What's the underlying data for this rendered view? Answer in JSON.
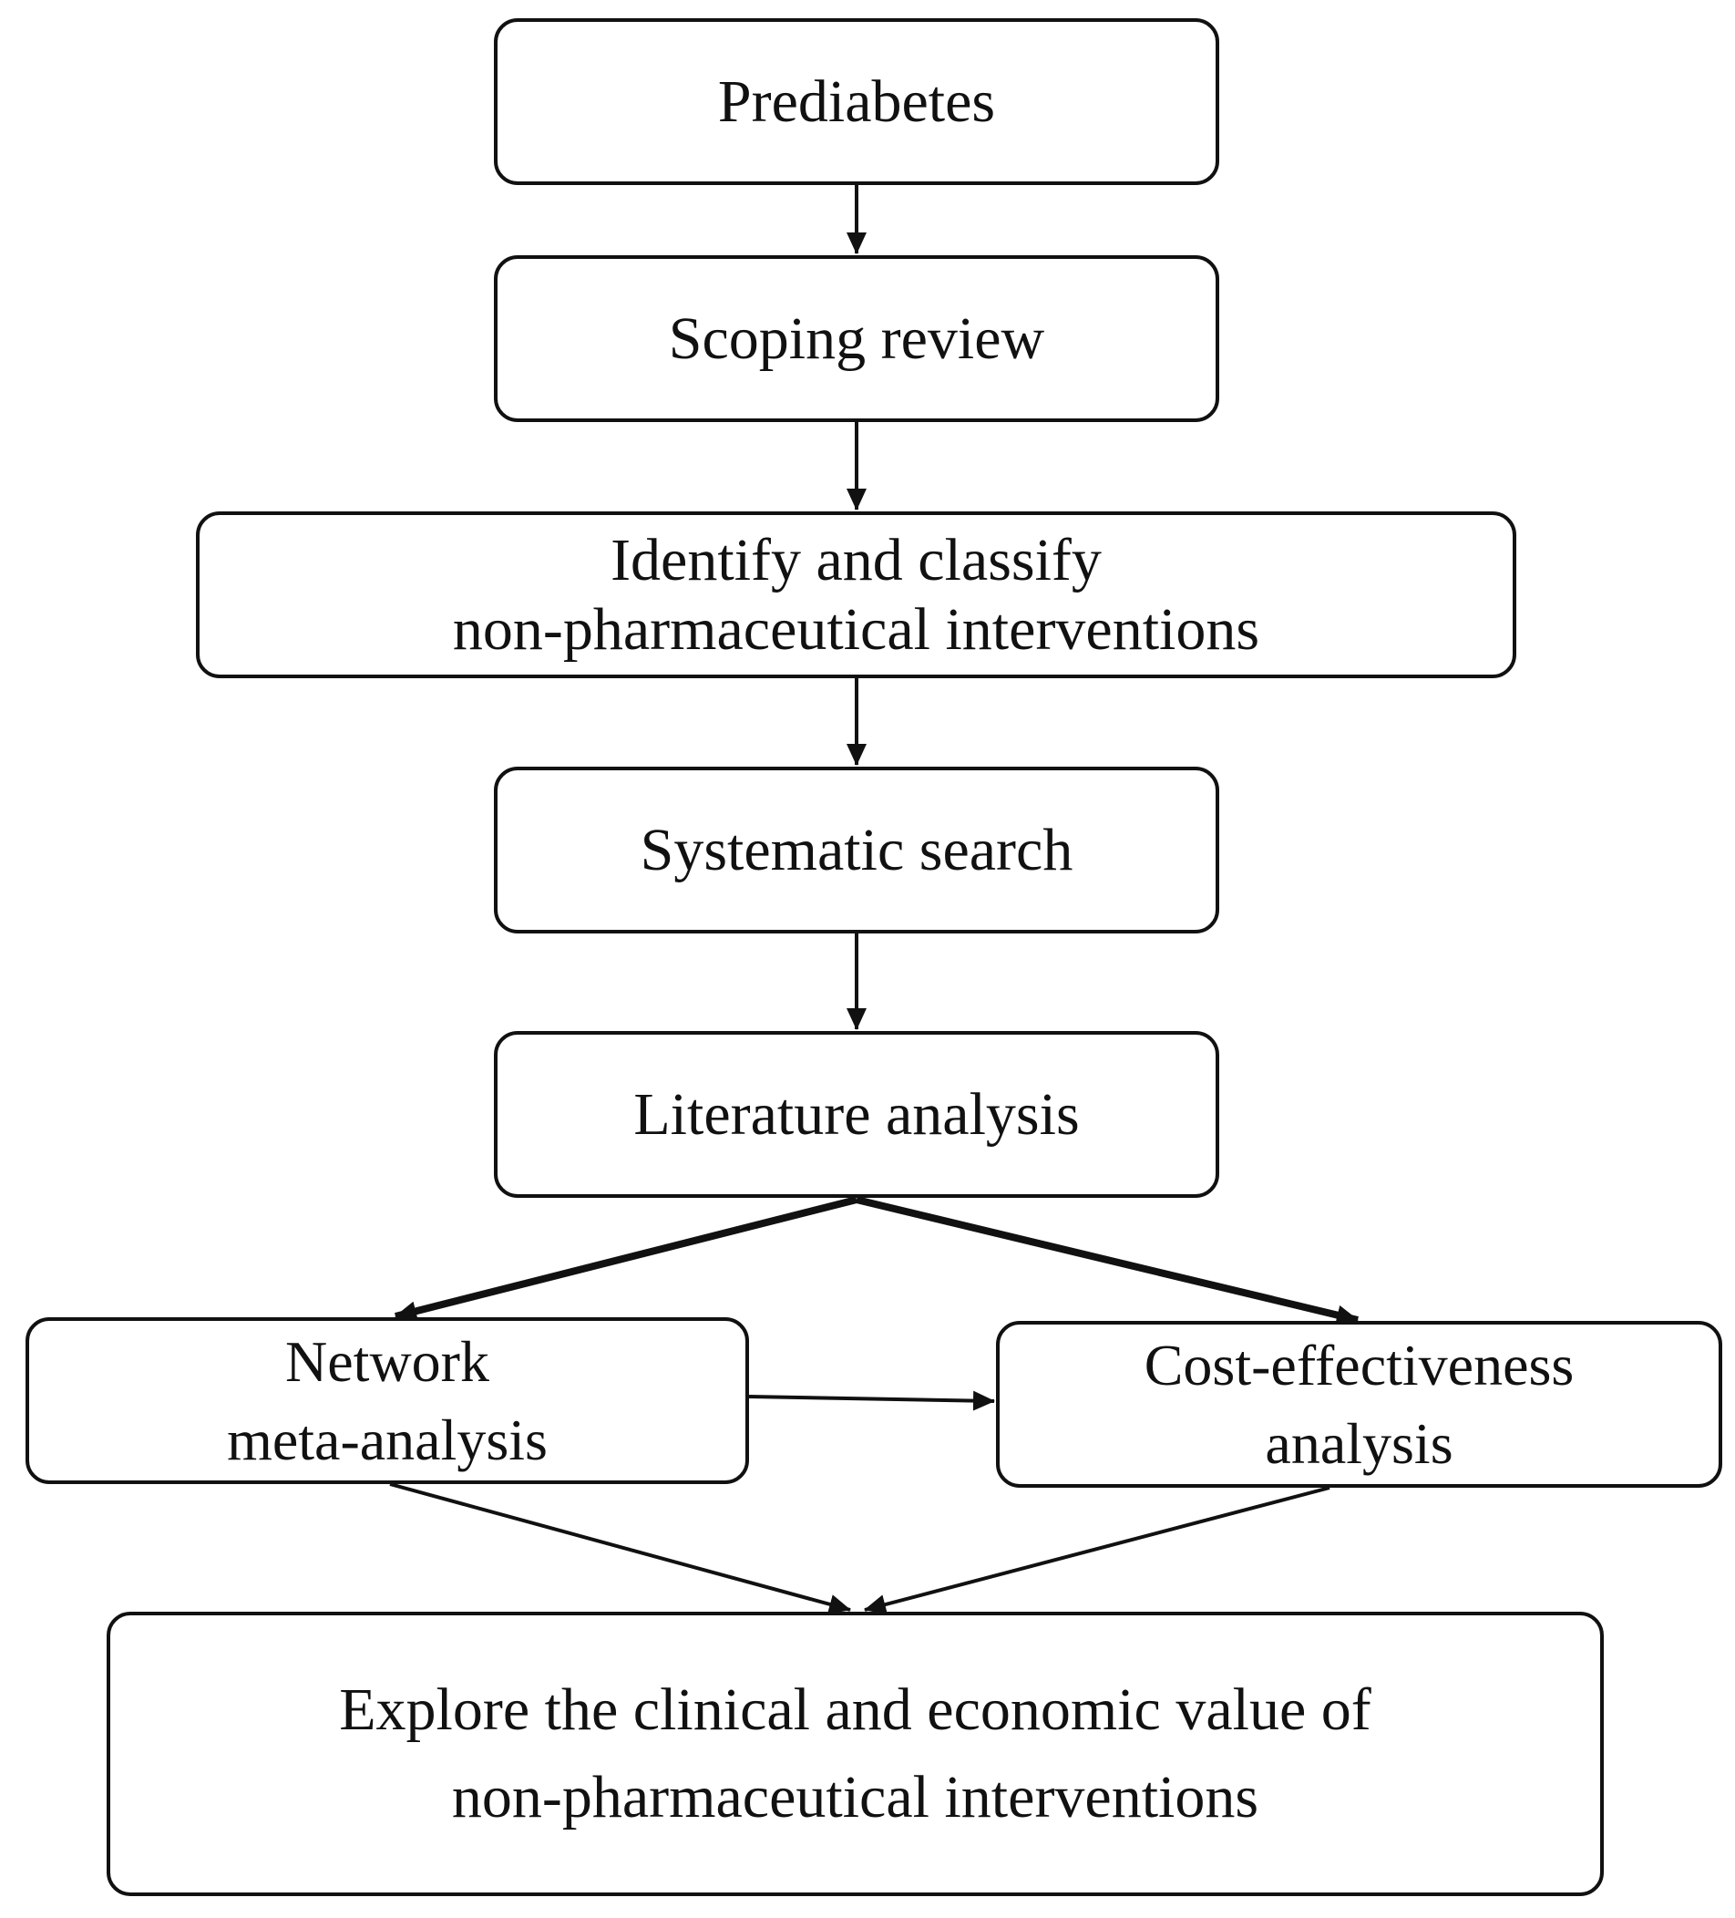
{
  "diagram": {
    "nodes": {
      "prediabetes": {
        "lines": [
          "Prediabetes"
        ]
      },
      "scoping": {
        "lines": [
          "Scoping review"
        ]
      },
      "identify": {
        "lines": [
          "Identify and classify",
          "non-pharmaceutical interventions"
        ]
      },
      "systematic": {
        "lines": [
          "Systematic search"
        ]
      },
      "literature": {
        "lines": [
          "Literature analysis"
        ]
      },
      "network": {
        "lines": [
          "Network",
          "meta-analysis"
        ]
      },
      "cost": {
        "lines": [
          "Cost-effectiveness",
          "analysis"
        ]
      },
      "explore": {
        "lines": [
          "Explore the clinical and economic value of",
          "non-pharmaceutical interventions"
        ]
      }
    },
    "edges": [
      {
        "from": "prediabetes",
        "to": "scoping"
      },
      {
        "from": "scoping",
        "to": "identify"
      },
      {
        "from": "identify",
        "to": "systematic"
      },
      {
        "from": "systematic",
        "to": "literature"
      },
      {
        "from": "literature",
        "to": "network"
      },
      {
        "from": "literature",
        "to": "cost"
      },
      {
        "from": "network",
        "to": "cost"
      },
      {
        "from": "network",
        "to": "explore"
      },
      {
        "from": "cost",
        "to": "explore"
      }
    ]
  }
}
